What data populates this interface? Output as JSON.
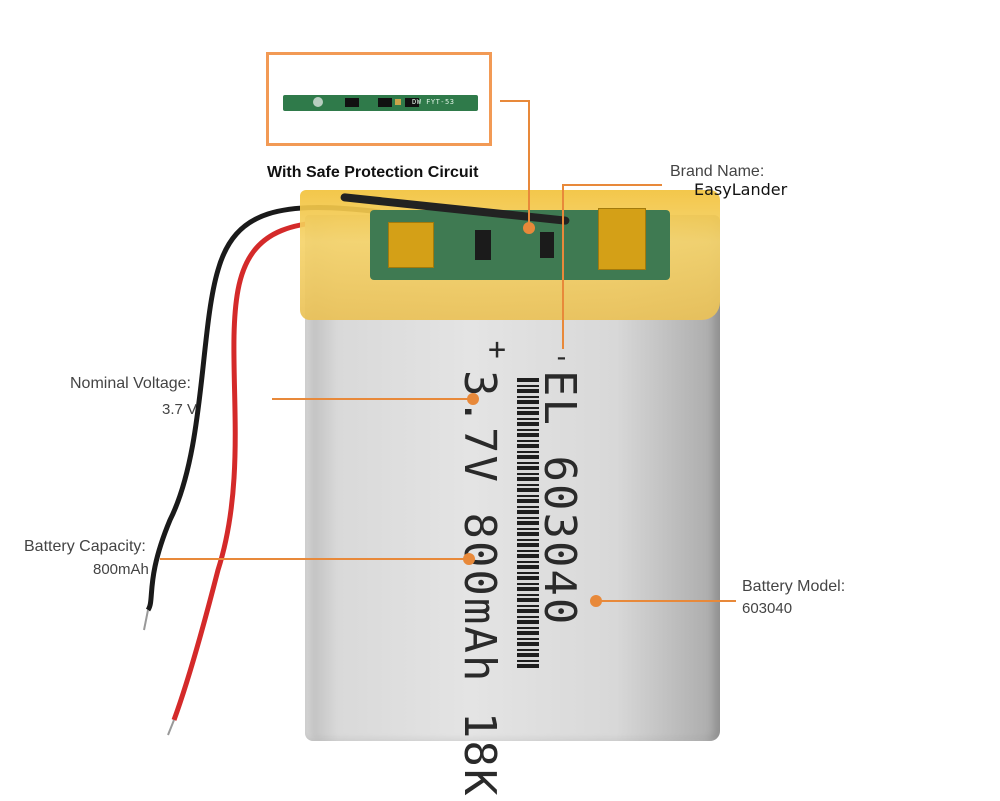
{
  "inset": {
    "caption": "With Safe Protection Circuit",
    "pcb_marking": "DW FYT-53"
  },
  "brand": {
    "label": "Brand Name:",
    "value": "EasyLander"
  },
  "voltage": {
    "label": "Nominal Voltage:",
    "value": "3.7 V"
  },
  "capacity": {
    "label": "Battery  Capacity:",
    "value": "800mAh"
  },
  "model": {
    "label": "Battery Model:",
    "value": "603040"
  },
  "battery_print": {
    "polarity_neg": "-",
    "polarity_pos": "+",
    "col1": "EL 603040",
    "col2": "3.7V 800mAh 18K"
  },
  "colors": {
    "accent": "#e8893a",
    "frame": "#f29a55"
  }
}
